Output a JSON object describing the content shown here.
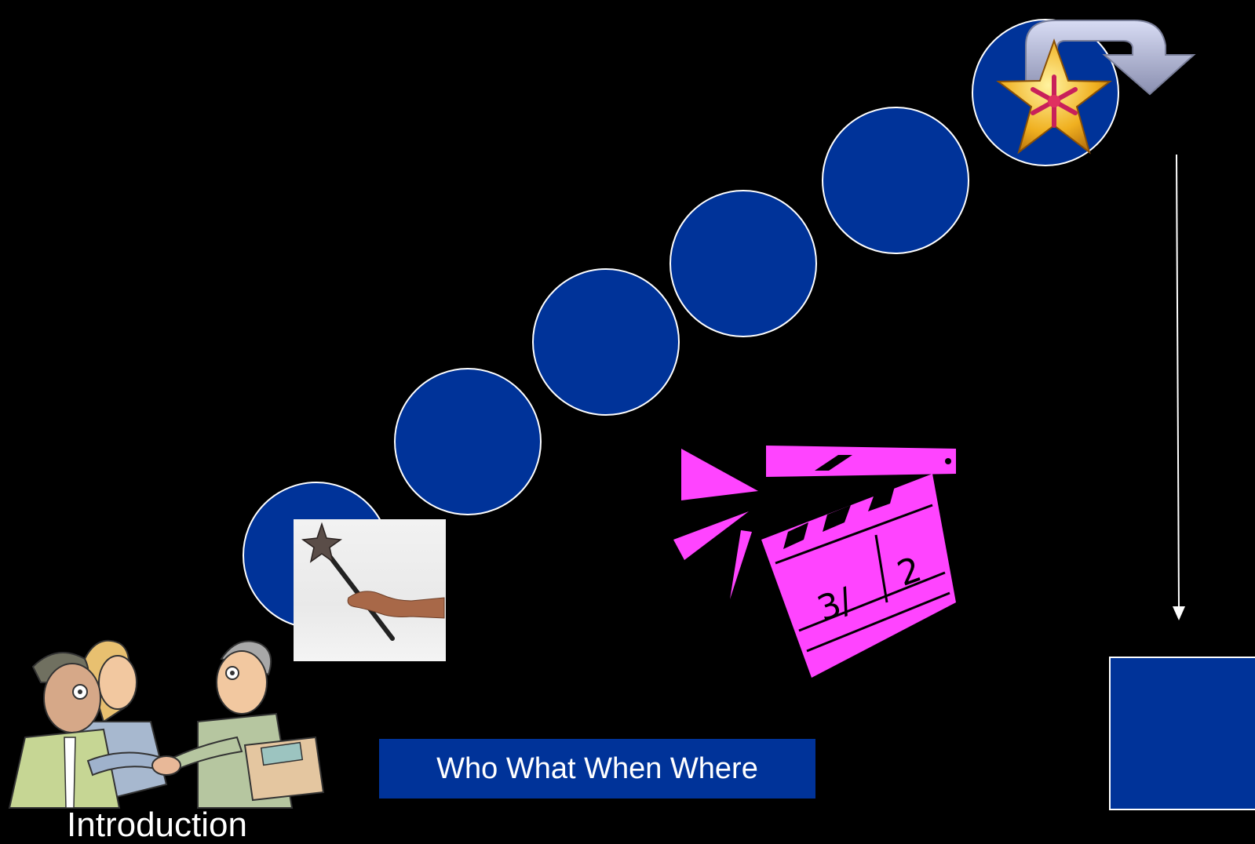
{
  "steps": [
    {
      "id": "step-1"
    },
    {
      "id": "step-2"
    },
    {
      "id": "step-3"
    },
    {
      "id": "step-4"
    },
    {
      "id": "step-5"
    },
    {
      "id": "step-6-star"
    }
  ],
  "caption": "Who What When Where",
  "intro_label": "Introduction",
  "clapper": {
    "text_left": "3/",
    "text_right": "2"
  },
  "colors": {
    "background": "#000000",
    "circle_fill": "#003399",
    "circle_border": "#ffffff",
    "clapper": "#ff44ff",
    "arrow": "#ffffff"
  },
  "icons": [
    "magic-wand-icon",
    "handshake-people-icon",
    "clapperboard-icon",
    "star-icon",
    "curved-arrow-icon"
  ]
}
